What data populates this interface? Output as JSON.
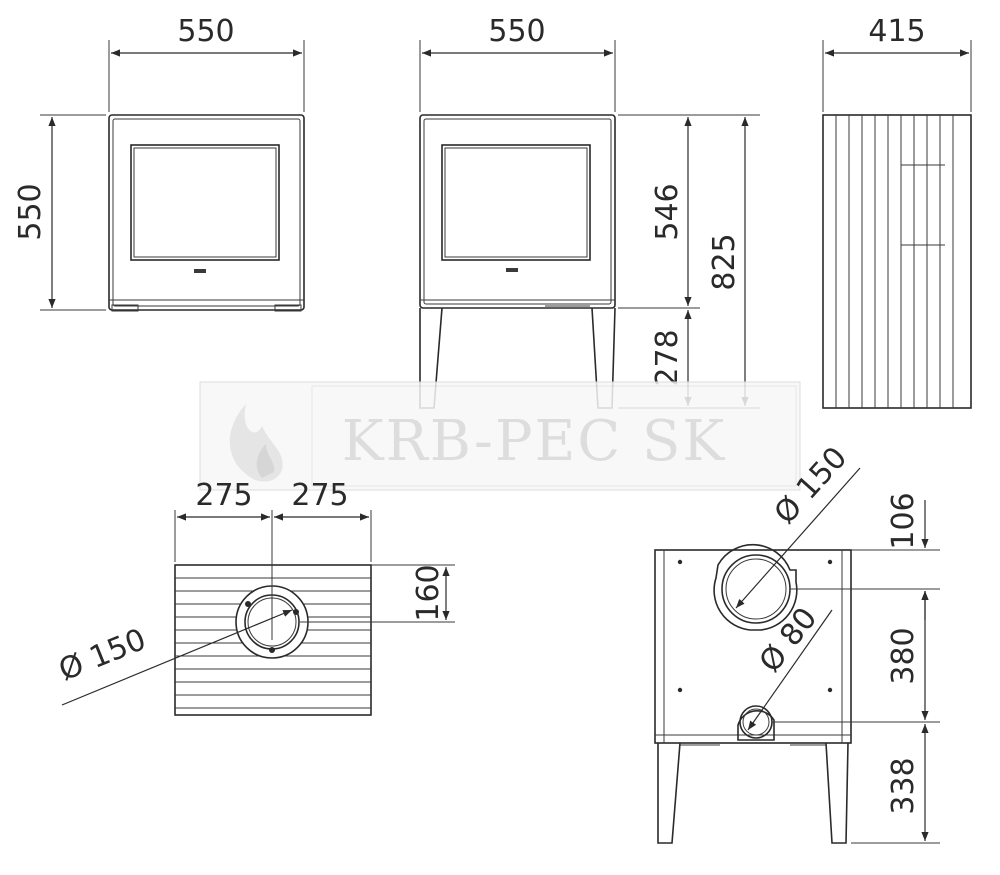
{
  "front_view": {
    "width_label": "550",
    "height_label": "550"
  },
  "leg_view": {
    "width_label": "550",
    "body_height_label": "546",
    "total_height_label": "825",
    "leg_height_label": "278"
  },
  "side_view": {
    "depth_label": "415"
  },
  "top_view": {
    "left_half_label": "275",
    "right_half_label": "275",
    "offset_label": "160",
    "outlet_diameter_label": "Ø 150"
  },
  "rear_view": {
    "flue_diameter_label": "Ø 150",
    "air_diameter_label": "Ø 80",
    "top_offset_label": "106",
    "spacing_label": "380",
    "bottom_height_label": "338"
  },
  "watermark": {
    "text": "KRB-PEC SK"
  }
}
